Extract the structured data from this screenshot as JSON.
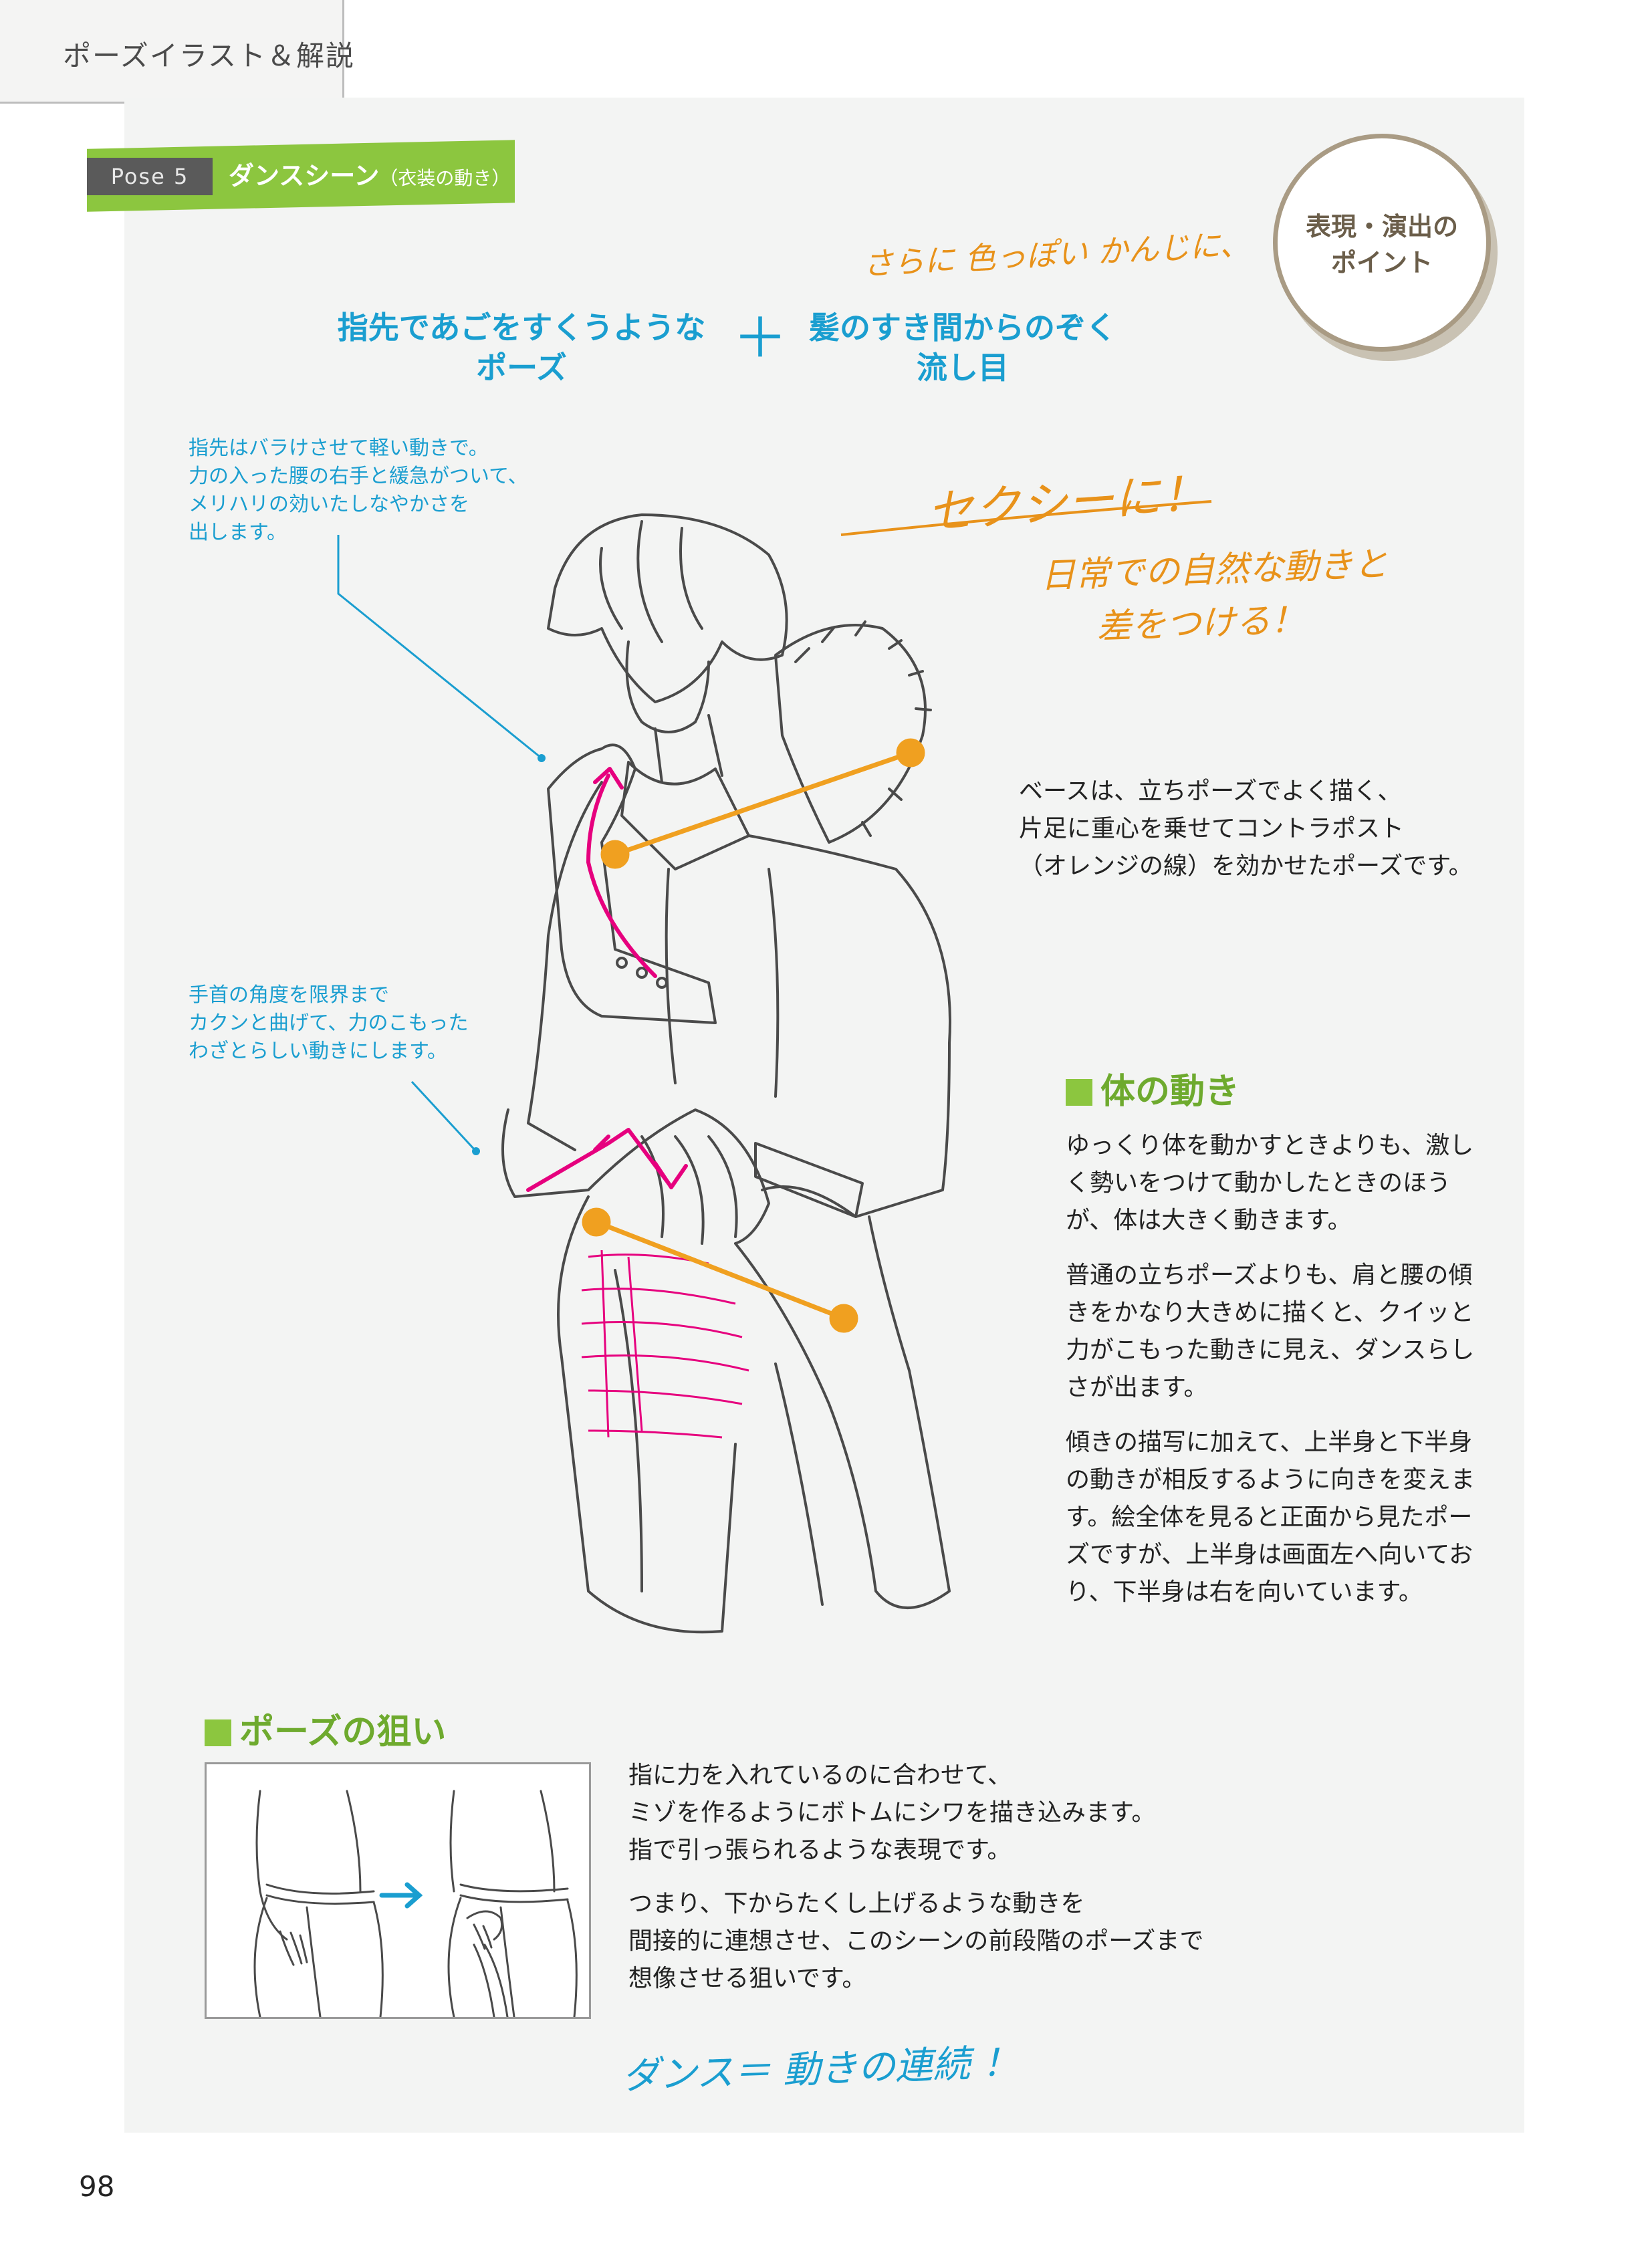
{
  "header": {
    "section_title": "ポーズイラスト＆解説"
  },
  "pose": {
    "label": "Pose 5",
    "title": "ダンスシーン",
    "subtitle": "（衣装の動き）"
  },
  "point_badge": {
    "line1": "表現・演出の",
    "line2": "ポイント"
  },
  "headline": {
    "left_line1": "指先であごをすくうような",
    "left_line2": "ポーズ",
    "plus": "＋",
    "right_line1": "髪のすき間からのぞく",
    "right_line2": "流し目"
  },
  "handwritten": {
    "top": "さらに 色っぽい かんじに、",
    "sexy": "セクシーに！",
    "diff_line1": "日常での自然な動きと",
    "diff_line2": "差をつける！",
    "bottom": "ダンス＝ 動きの連続 ！"
  },
  "annotations": {
    "fingers": [
      "指先はバラけさせて軽い動きで。",
      "力の入った腰の右手と緩急がついて、",
      "メリハリの効いたしなやかさを",
      "出します。"
    ],
    "wrist": [
      "手首の角度を限界まで",
      "カクンと曲げて、力のこもった",
      "わざとらしい動きにします。"
    ]
  },
  "base_text": [
    "ベースは、立ちポーズでよく描く、",
    "片足に重心を乗せてコントラポスト",
    "（オレンジの線）を効かせたポーズです。"
  ],
  "body_movement": {
    "heading": "体の動き",
    "p1": "ゆっくり体を動かすときよりも、激しく勢いをつけて動かしたときのほうが、体は大きく動きます。",
    "p2": "普通の立ちポーズよりも、肩と腰の傾きをかなり大きめに描くと、クイッと力がこもった動きに見え、ダンスらしさが出ます。",
    "p3": "傾きの描写に加えて、上半身と下半身の動きが相反するように向きを変えます。絵全体を見ると正面から見たポーズですが、上半身は画面左へ向いており、下半身は右を向いています。"
  },
  "pose_aim": {
    "heading": "ポーズの狙い",
    "p1": [
      "指に力を入れているのに合わせて、",
      "ミゾを作るようにボトムにシワを描き込みます。",
      "指で引っ張られるような表現です。"
    ],
    "p2": [
      "つまり、下からたくし上げるような動きを",
      "間接的に連想させ、このシーンの前段階のポーズまで",
      "想像させる狙いです。"
    ]
  },
  "colors": {
    "accent_green": "#8cc63f",
    "heading_green": "#6eaa2e",
    "blue": "#1a9ed0",
    "orange": "#f0a020",
    "magenta": "#e6007e"
  },
  "page_number": "98"
}
